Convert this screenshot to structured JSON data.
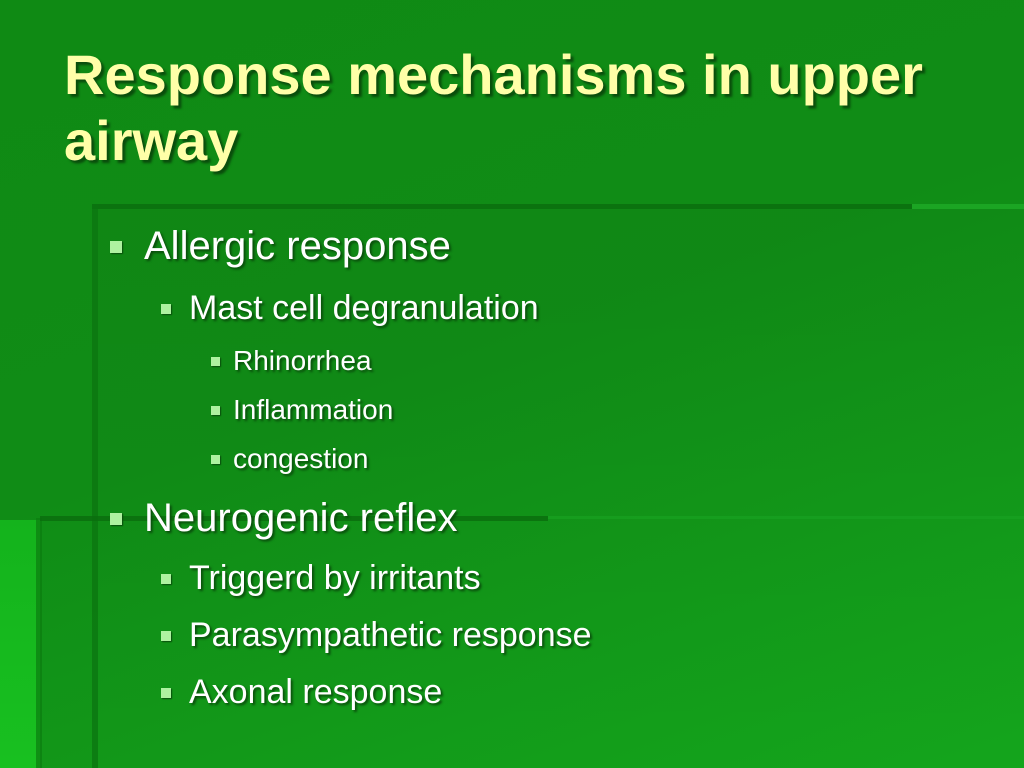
{
  "slide": {
    "title": "Response mechanisms in upper airway",
    "bullets": [
      {
        "level": 1,
        "text": "Allergic response"
      },
      {
        "level": 2,
        "text": "Mast cell degranulation"
      },
      {
        "level": 3,
        "text": "Rhinorrhea"
      },
      {
        "level": 3,
        "text": "Inflammation"
      },
      {
        "level": 3,
        "text": "congestion"
      },
      {
        "level": 1,
        "text": "Neurogenic reflex"
      },
      {
        "level": 2,
        "text": "Triggerd by irritants"
      },
      {
        "level": 2,
        "text": "Parasympathetic response"
      },
      {
        "level": 2,
        "text": "Axonal response"
      }
    ]
  },
  "colors": {
    "background": "#108c16",
    "title": "#ffffa8",
    "body_text": "#ffffff",
    "bullet_marker": "#aef2a0"
  },
  "icons": {
    "bullet": "square-bullet-icon"
  }
}
